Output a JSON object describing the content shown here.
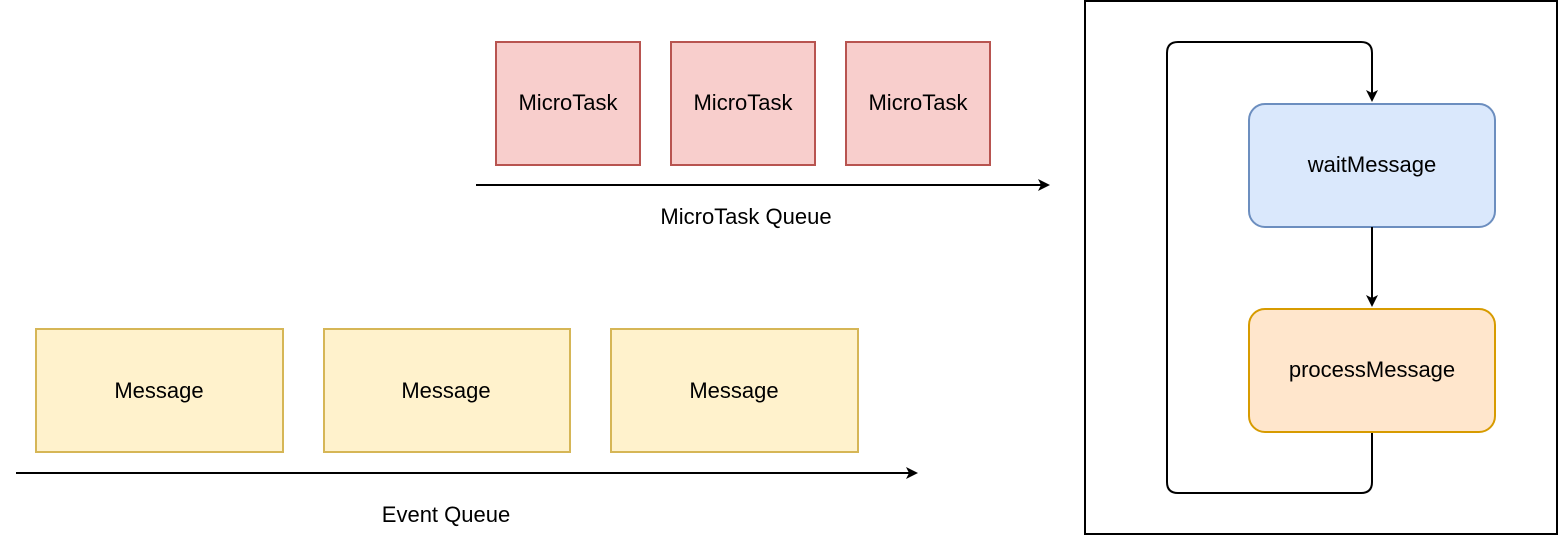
{
  "colors": {
    "microtask_fill": "#f8cecc",
    "microtask_stroke": "#b85450",
    "message_fill": "#fff2cc",
    "message_stroke": "#d6b656",
    "wait_fill": "#dae8fc",
    "wait_stroke": "#6c8ebf",
    "process_fill": "#ffe6cc",
    "process_stroke": "#d79b00",
    "line": "#000000"
  },
  "microtask_queue": {
    "items": [
      {
        "label": "MicroTask"
      },
      {
        "label": "MicroTask"
      },
      {
        "label": "MicroTask"
      }
    ],
    "label": "MicroTask Queue"
  },
  "event_queue": {
    "items": [
      {
        "label": "Message"
      },
      {
        "label": "Message"
      },
      {
        "label": "Message"
      }
    ],
    "label": "Event Queue"
  },
  "event_loop": {
    "wait_label": "waitMessage",
    "process_label": "processMessage"
  }
}
